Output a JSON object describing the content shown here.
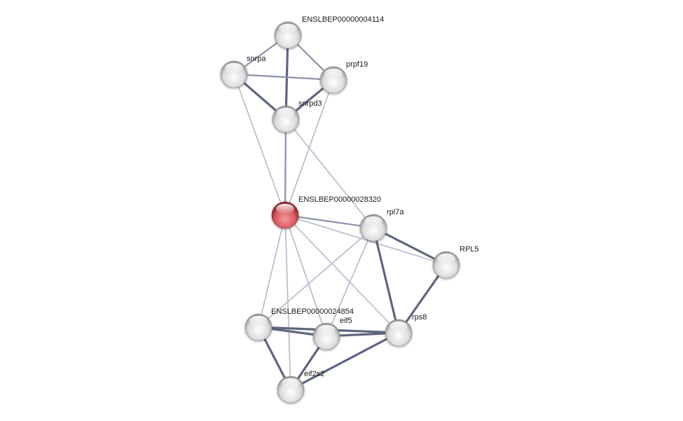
{
  "network": {
    "colors": {
      "query_node": "#d9565c",
      "node": "#e6e6e6",
      "edge_strong": "#5d6580",
      "edge_weak": "#b4b8cb"
    },
    "nodes": [
      {
        "id": "n4114",
        "label": "ENSLBEP00000004114",
        "query": false
      },
      {
        "id": "snrpa",
        "label": "snrpa",
        "query": false
      },
      {
        "id": "prpf19",
        "label": "prpf19",
        "query": false
      },
      {
        "id": "snrpd3",
        "label": "snrpd3",
        "query": false
      },
      {
        "id": "n28320",
        "label": "ENSLBEP00000028320",
        "query": true
      },
      {
        "id": "rpl7a",
        "label": "rpl7a",
        "query": false
      },
      {
        "id": "RPL5",
        "label": "RPL5",
        "query": false
      },
      {
        "id": "n24854",
        "label": "ENSLBEP00000024854",
        "query": false
      },
      {
        "id": "eif5",
        "label": "eif5",
        "query": false
      },
      {
        "id": "rps8",
        "label": "rps8",
        "query": false
      },
      {
        "id": "eif2s2",
        "label": "eif2s2",
        "query": false
      }
    ],
    "edges": [
      {
        "source": "n4114",
        "target": "snrpa",
        "strength": "medium"
      },
      {
        "source": "n4114",
        "target": "prpf19",
        "strength": "medium"
      },
      {
        "source": "n4114",
        "target": "snrpd3",
        "strength": "strong"
      },
      {
        "source": "snrpa",
        "target": "prpf19",
        "strength": "medium"
      },
      {
        "source": "snrpa",
        "target": "snrpd3",
        "strength": "strong"
      },
      {
        "source": "prpf19",
        "target": "snrpd3",
        "strength": "strong"
      },
      {
        "source": "snrpa",
        "target": "n28320",
        "strength": "weak"
      },
      {
        "source": "prpf19",
        "target": "n28320",
        "strength": "weak"
      },
      {
        "source": "snrpd3",
        "target": "n28320",
        "strength": "medium"
      },
      {
        "source": "snrpd3",
        "target": "rpl7a",
        "strength": "weak"
      },
      {
        "source": "n28320",
        "target": "rpl7a",
        "strength": "medium"
      },
      {
        "source": "n28320",
        "target": "RPL5",
        "strength": "weak"
      },
      {
        "source": "n28320",
        "target": "n24854",
        "strength": "weak"
      },
      {
        "source": "n28320",
        "target": "eif5",
        "strength": "weak"
      },
      {
        "source": "n28320",
        "target": "rps8",
        "strength": "weak"
      },
      {
        "source": "n28320",
        "target": "eif2s2",
        "strength": "weak"
      },
      {
        "source": "rpl7a",
        "target": "RPL5",
        "strength": "strong"
      },
      {
        "source": "rpl7a",
        "target": "rps8",
        "strength": "strong"
      },
      {
        "source": "rpl7a",
        "target": "n24854",
        "strength": "weak"
      },
      {
        "source": "rpl7a",
        "target": "eif5",
        "strength": "weak"
      },
      {
        "source": "RPL5",
        "target": "rps8",
        "strength": "strong"
      },
      {
        "source": "n24854",
        "target": "eif5",
        "strength": "strong"
      },
      {
        "source": "n24854",
        "target": "rps8",
        "strength": "strong"
      },
      {
        "source": "n24854",
        "target": "eif2s2",
        "strength": "strong"
      },
      {
        "source": "eif5",
        "target": "rps8",
        "strength": "strong"
      },
      {
        "source": "eif5",
        "target": "eif2s2",
        "strength": "strong"
      },
      {
        "source": "rps8",
        "target": "eif2s2",
        "strength": "strong"
      }
    ]
  }
}
